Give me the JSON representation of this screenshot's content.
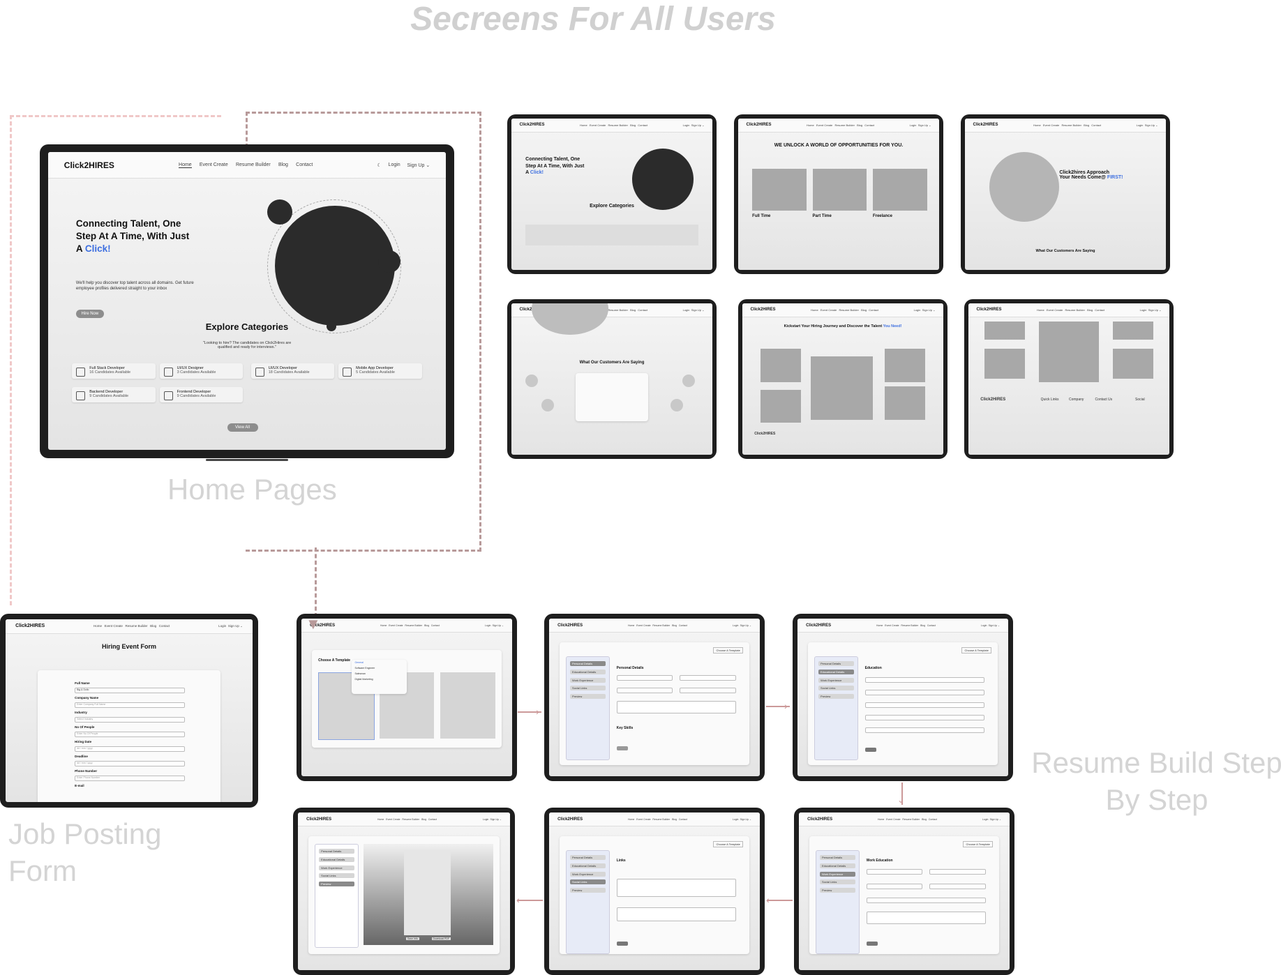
{
  "heading": "Secreens For All Users",
  "labels": {
    "home_pages": "Home Pages",
    "job_posting_form": "Job Posting Form",
    "resume_build": "Resume Build Step By Step"
  },
  "colors": {
    "accent": "#3d6fe0",
    "connector": "#b89a9a",
    "label_gray": "#d4d4d4"
  },
  "nav": {
    "logo": "Click2HIRES",
    "links": [
      "Home",
      "Event Create",
      "Resume Builder",
      "Blog",
      "Contact"
    ],
    "login": "Login",
    "signup": "Sign Up ⌄",
    "moon_icon": "moon-icon"
  },
  "hero": {
    "title_line1": "Connecting Talent, One",
    "title_line2": "Step At A Time, With Just",
    "title_line3": "A ",
    "title_accent": "Click!",
    "text": "We'll help you discover top talent across all domains. Get future employee profiles delivered straight to your inbox",
    "cta": "Hire Now"
  },
  "categories": {
    "title": "Explore Categories",
    "subtitle": "\"Looking to hire? The candidates on Click2Hires are qualified and ready for interviews.\"",
    "items": [
      {
        "name": "Full Stack Developer",
        "count": "16 Candidates Available"
      },
      {
        "name": "UI/UX Designer",
        "count": "3 Candidates Available"
      },
      {
        "name": "UI/UX Developer",
        "count": "18 Candidates Available"
      },
      {
        "name": "Mobile App Developer",
        "count": "5 Candidates Available"
      },
      {
        "name": "Backend Developer",
        "count": "9 Candidates Available"
      },
      {
        "name": "Frontend Developer",
        "count": "9 Candidates Available"
      }
    ],
    "view_all": "View All"
  },
  "thumbs": {
    "opportunities": "WE UNLOCK A WORLD OF OPPORTUNITIES FOR YOU.",
    "job_types": [
      "Full Time",
      "Part Time",
      "Freelance"
    ],
    "approach_line1": "Click2hires Approach",
    "approach_line2": "Your Needs Come@",
    "approach_accent": "FIRST!",
    "customers": "What Our Customers Are Saying",
    "kickstart": "Kickstart Your Hiring Journey and Discover the Talent",
    "kickstart_accent": "You Need!",
    "footer_cols": [
      "Quick Links",
      "Company",
      "Contact Us",
      "Social"
    ]
  },
  "job_form": {
    "title": "Hiring Event Form",
    "fields": [
      "Full Name",
      "Company Name",
      "Industry",
      "No Of People",
      "Hiring Date",
      "Deadline",
      "Phone Number",
      "E-mail"
    ],
    "placeholders": [
      "Big & Dollo",
      "Enter Company Full Name",
      "Select Industry",
      "Enter No Of People",
      "dd / mm / yyyy",
      "dd / mm / yyyy",
      "Enter Phone Number",
      ""
    ]
  },
  "resume": {
    "choose_template": "Choose A Template",
    "dropdown": [
      "General",
      "Software Engineer",
      "Salesman",
      "Digital Marketing"
    ],
    "sidebar": [
      "Personal Details",
      "Educational Details",
      "Work Experience",
      "Social Links",
      "Preview"
    ],
    "personal_details": "Personal Details",
    "key_skills": "Key Skills",
    "education": "Education",
    "work_education": "Work Education",
    "links": "Links",
    "save": "Save Info",
    "download": "Download PDF"
  }
}
